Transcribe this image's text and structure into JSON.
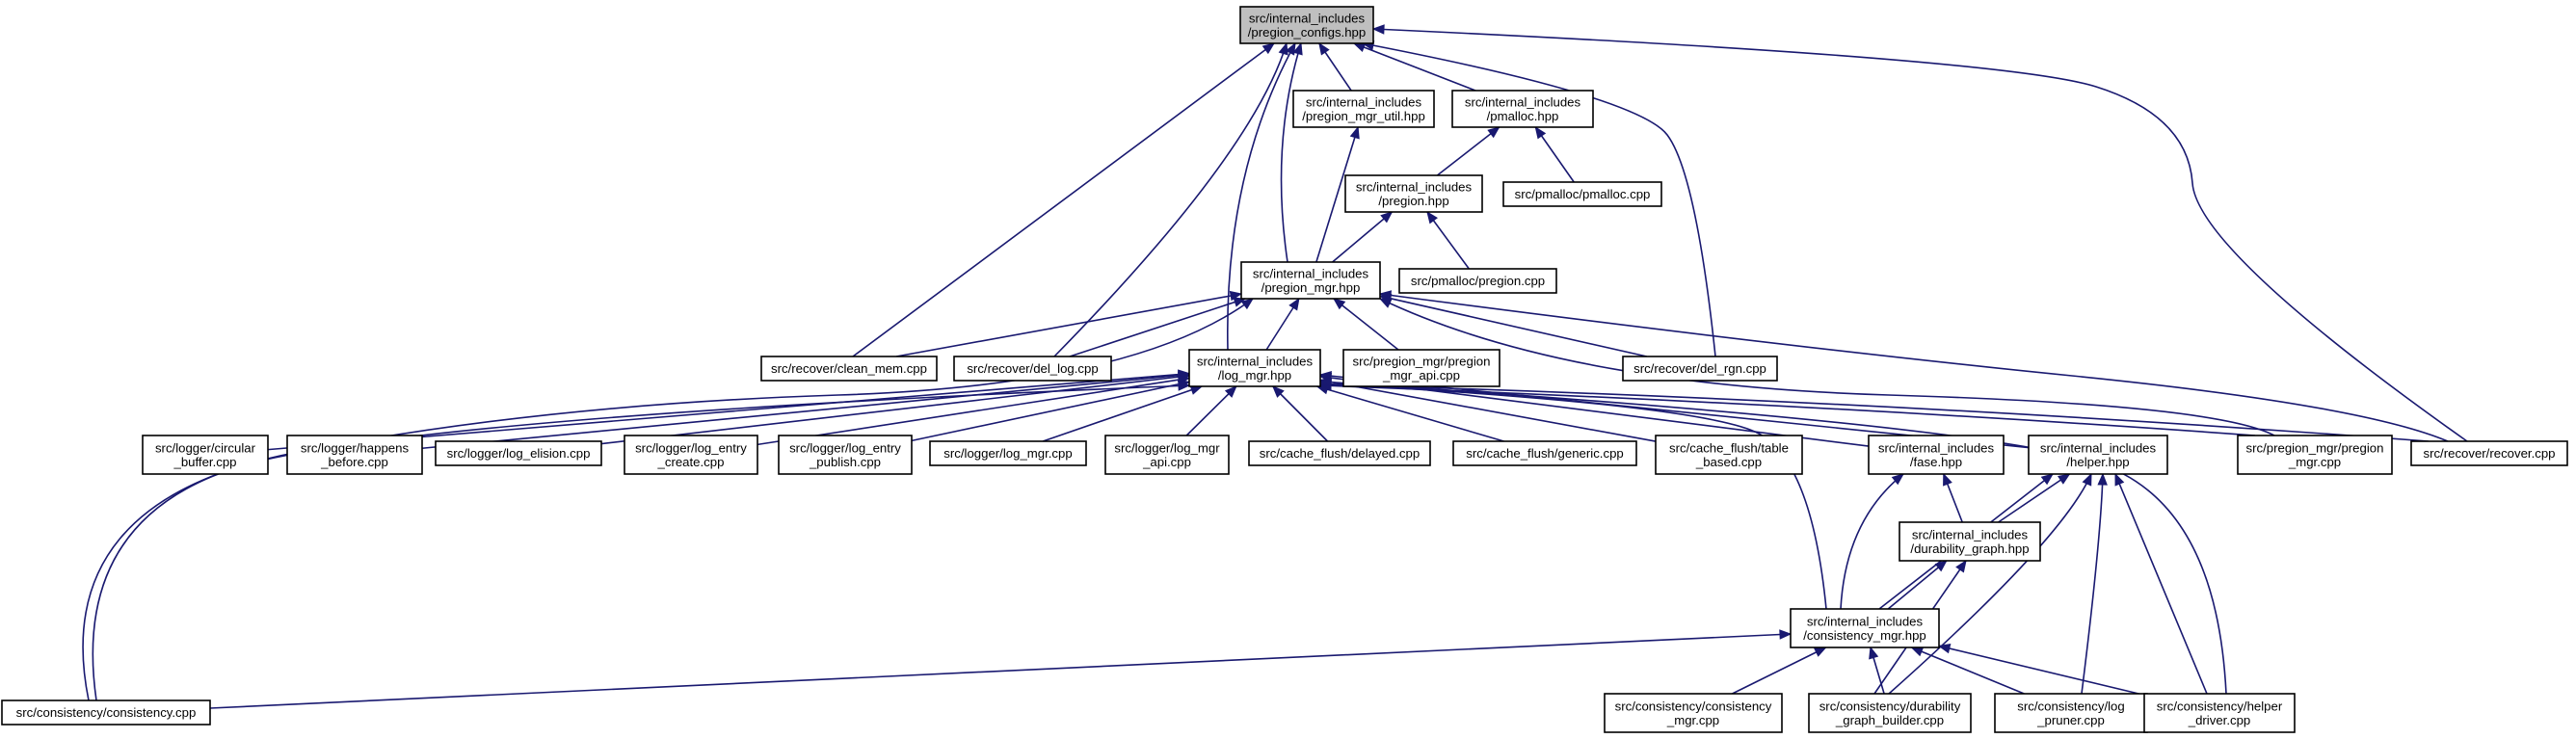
{
  "graph": {
    "nodes": [
      {
        "id": "pregion_configs",
        "lines": [
          "src/internal_includes",
          "/pregion_configs.hpp"
        ],
        "root": true
      },
      {
        "id": "pregion_mgr_util",
        "lines": [
          "src/internal_includes",
          "/pregion_mgr_util.hpp"
        ]
      },
      {
        "id": "pmalloc_hpp",
        "lines": [
          "src/internal_includes",
          "/pmalloc.hpp"
        ]
      },
      {
        "id": "pregion_hpp",
        "lines": [
          "src/internal_includes",
          "/pregion.hpp"
        ]
      },
      {
        "id": "pmalloc_cpp",
        "lines": [
          "src/pmalloc/pmalloc.cpp"
        ]
      },
      {
        "id": "pregion_mgr_hpp",
        "lines": [
          "src/internal_includes",
          "/pregion_mgr.hpp"
        ]
      },
      {
        "id": "pregion_cpp",
        "lines": [
          "src/pmalloc/pregion.cpp"
        ]
      },
      {
        "id": "clean_mem",
        "lines": [
          "src/recover/clean_mem.cpp"
        ]
      },
      {
        "id": "del_log",
        "lines": [
          "src/recover/del_log.cpp"
        ]
      },
      {
        "id": "log_mgr_hpp",
        "lines": [
          "src/internal_includes",
          "/log_mgr.hpp"
        ]
      },
      {
        "id": "pregion_mgr_api",
        "lines": [
          "src/pregion_mgr/pregion",
          "_mgr_api.cpp"
        ]
      },
      {
        "id": "del_rgn",
        "lines": [
          "src/recover/del_rgn.cpp"
        ]
      },
      {
        "id": "circular_buffer",
        "lines": [
          "src/logger/circular",
          "_buffer.cpp"
        ]
      },
      {
        "id": "happens_before",
        "lines": [
          "src/logger/happens",
          "_before.cpp"
        ]
      },
      {
        "id": "log_elision",
        "lines": [
          "src/logger/log_elision.cpp"
        ]
      },
      {
        "id": "log_entry_create",
        "lines": [
          "src/logger/log_entry",
          "_create.cpp"
        ]
      },
      {
        "id": "log_entry_publish",
        "lines": [
          "src/logger/log_entry",
          "_publish.cpp"
        ]
      },
      {
        "id": "log_mgr_cpp",
        "lines": [
          "src/logger/log_mgr.cpp"
        ]
      },
      {
        "id": "log_mgr_api",
        "lines": [
          "src/logger/log_mgr",
          "_api.cpp"
        ]
      },
      {
        "id": "delayed",
        "lines": [
          "src/cache_flush/delayed.cpp"
        ]
      },
      {
        "id": "generic",
        "lines": [
          "src/cache_flush/generic.cpp"
        ]
      },
      {
        "id": "table_based",
        "lines": [
          "src/cache_flush/table",
          "_based.cpp"
        ]
      },
      {
        "id": "fase_hpp",
        "lines": [
          "src/internal_includes",
          "/fase.hpp"
        ]
      },
      {
        "id": "helper_hpp",
        "lines": [
          "src/internal_includes",
          "/helper.hpp"
        ]
      },
      {
        "id": "pregion_mgr_cpp",
        "lines": [
          "src/pregion_mgr/pregion",
          "_mgr.cpp"
        ]
      },
      {
        "id": "recover_cpp",
        "lines": [
          "src/recover/recover.cpp"
        ]
      },
      {
        "id": "durability_graph_hpp",
        "lines": [
          "src/internal_includes",
          "/durability_graph.hpp"
        ]
      },
      {
        "id": "consistency_mgr_hpp",
        "lines": [
          "src/internal_includes",
          "/consistency_mgr.hpp"
        ]
      },
      {
        "id": "consistency_cpp",
        "lines": [
          "src/consistency/consistency.cpp"
        ]
      },
      {
        "id": "consistency_mgr_cpp",
        "lines": [
          "src/consistency/consistency",
          "_mgr.cpp"
        ]
      },
      {
        "id": "durability_graph_builder",
        "lines": [
          "src/consistency/durability",
          "_graph_builder.cpp"
        ]
      },
      {
        "id": "log_pruner",
        "lines": [
          "src/consistency/log",
          "_pruner.cpp"
        ]
      },
      {
        "id": "helper_driver",
        "lines": [
          "src/consistency/helper",
          "_driver.cpp"
        ]
      }
    ],
    "edges": [
      {
        "from": "pregion_mgr_util",
        "to": "pregion_configs"
      },
      {
        "from": "pmalloc_hpp",
        "to": "pregion_configs"
      },
      {
        "from": "pregion_mgr_hpp",
        "to": "pregion_configs"
      },
      {
        "from": "clean_mem",
        "to": "pregion_configs"
      },
      {
        "from": "del_log",
        "to": "pregion_configs"
      },
      {
        "from": "log_mgr_hpp",
        "to": "pregion_configs"
      },
      {
        "from": "del_rgn",
        "to": "pregion_configs"
      },
      {
        "from": "recover_cpp",
        "to": "pregion_configs"
      },
      {
        "from": "pregion_mgr_hpp",
        "to": "pregion_mgr_util"
      },
      {
        "from": "pregion_hpp",
        "to": "pmalloc_hpp"
      },
      {
        "from": "pmalloc_cpp",
        "to": "pmalloc_hpp"
      },
      {
        "from": "pregion_mgr_hpp",
        "to": "pregion_hpp"
      },
      {
        "from": "pregion_cpp",
        "to": "pregion_hpp"
      },
      {
        "from": "clean_mem",
        "to": "pregion_mgr_hpp"
      },
      {
        "from": "del_log",
        "to": "pregion_mgr_hpp"
      },
      {
        "from": "log_mgr_hpp",
        "to": "pregion_mgr_hpp"
      },
      {
        "from": "pregion_mgr_api",
        "to": "pregion_mgr_hpp"
      },
      {
        "from": "del_rgn",
        "to": "pregion_mgr_hpp"
      },
      {
        "from": "consistency_cpp",
        "to": "pregion_mgr_hpp"
      },
      {
        "from": "pregion_mgr_cpp",
        "to": "pregion_mgr_hpp"
      },
      {
        "from": "recover_cpp",
        "to": "pregion_mgr_hpp"
      },
      {
        "from": "circular_buffer",
        "to": "log_mgr_hpp"
      },
      {
        "from": "happens_before",
        "to": "log_mgr_hpp"
      },
      {
        "from": "log_elision",
        "to": "log_mgr_hpp"
      },
      {
        "from": "log_entry_create",
        "to": "log_mgr_hpp"
      },
      {
        "from": "log_entry_publish",
        "to": "log_mgr_hpp"
      },
      {
        "from": "log_mgr_cpp",
        "to": "log_mgr_hpp"
      },
      {
        "from": "log_mgr_api",
        "to": "log_mgr_hpp"
      },
      {
        "from": "delayed",
        "to": "log_mgr_hpp"
      },
      {
        "from": "generic",
        "to": "log_mgr_hpp"
      },
      {
        "from": "table_based",
        "to": "log_mgr_hpp"
      },
      {
        "from": "fase_hpp",
        "to": "log_mgr_hpp"
      },
      {
        "from": "helper_hpp",
        "to": "log_mgr_hpp"
      },
      {
        "from": "pregion_mgr_cpp",
        "to": "log_mgr_hpp"
      },
      {
        "from": "recover_cpp",
        "to": "log_mgr_hpp"
      },
      {
        "from": "consistency_cpp",
        "to": "log_mgr_hpp"
      },
      {
        "from": "consistency_mgr_hpp",
        "to": "log_mgr_hpp"
      },
      {
        "from": "helper_driver",
        "to": "log_mgr_hpp"
      },
      {
        "from": "durability_graph_hpp",
        "to": "fase_hpp"
      },
      {
        "from": "consistency_mgr_hpp",
        "to": "fase_hpp"
      },
      {
        "from": "durability_graph_hpp",
        "to": "helper_hpp"
      },
      {
        "from": "consistency_mgr_hpp",
        "to": "helper_hpp"
      },
      {
        "from": "durability_graph_builder",
        "to": "helper_hpp"
      },
      {
        "from": "log_pruner",
        "to": "helper_hpp"
      },
      {
        "from": "helper_driver",
        "to": "helper_hpp"
      },
      {
        "from": "consistency_mgr_hpp",
        "to": "durability_graph_hpp"
      },
      {
        "from": "durability_graph_builder",
        "to": "durability_graph_hpp"
      },
      {
        "from": "consistency_cpp",
        "to": "consistency_mgr_hpp"
      },
      {
        "from": "consistency_mgr_cpp",
        "to": "consistency_mgr_hpp"
      },
      {
        "from": "durability_graph_builder",
        "to": "consistency_mgr_hpp"
      },
      {
        "from": "log_pruner",
        "to": "consistency_mgr_hpp"
      },
      {
        "from": "helper_driver",
        "to": "consistency_mgr_hpp"
      }
    ]
  }
}
